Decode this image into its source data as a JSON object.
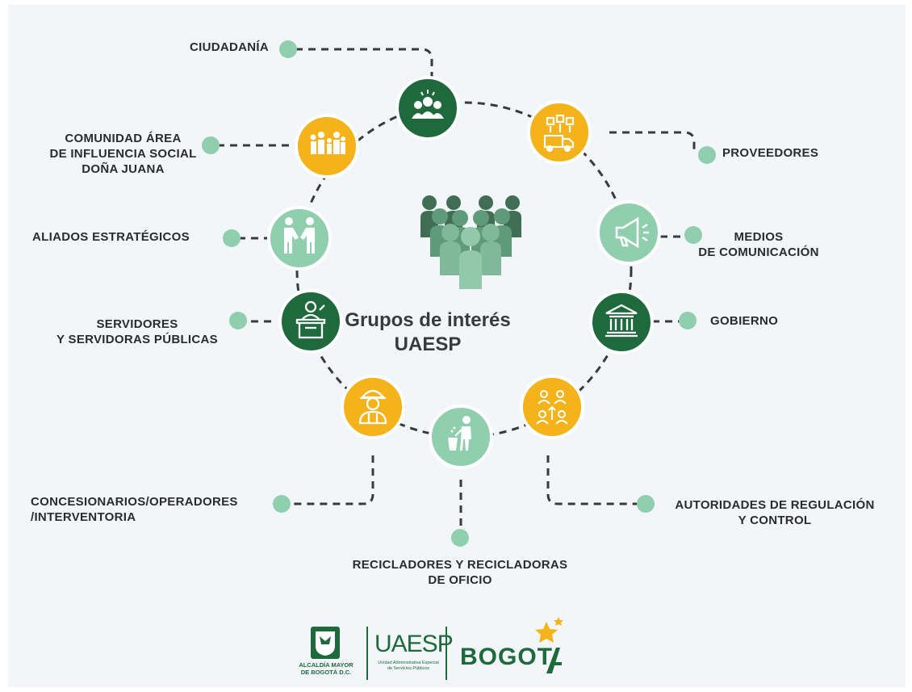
{
  "title": {
    "line1": "Grupos de interés",
    "line2": "UAESP"
  },
  "groups": [
    {
      "label": "CIUDADANÍA",
      "icon": "citizens-group-icon",
      "color": "#1e6a3d"
    },
    {
      "label": "PROVEEDORES",
      "icon": "supplier-truck-icon",
      "color": "#f5b31b"
    },
    {
      "label": "MEDIOS\nDE COMUNICACIÓN",
      "icon": "megaphone-icon",
      "color": "#8fcfae"
    },
    {
      "label": "GOBIERNO",
      "icon": "government-building-icon",
      "color": "#1e6a3d"
    },
    {
      "label": "AUTORIDADES DE REGULACIÓN\nY CONTROL",
      "icon": "regulators-icon",
      "color": "#f5b31b"
    },
    {
      "label": "RECICLADORES Y RECICLADORAS\nDE OFICIO",
      "icon": "recycler-person-icon",
      "color": "#8fcfae"
    },
    {
      "label": "CONCESIONARIOS/OPERADORES\n/INTERVENTORIA",
      "icon": "construction-worker-icon",
      "color": "#f5b31b"
    },
    {
      "label": "SERVIDORES\nY SERVIDORAS PÚBLICAS",
      "icon": "speaker-podium-icon",
      "color": "#1e6a3d"
    },
    {
      "label": "ALIADOS ESTRATÉGICOS",
      "icon": "handshake-icon",
      "color": "#8fcfae"
    },
    {
      "label": "COMUNIDAD ÁREA\nDE INFLUENCIA SOCIAL\nDOÑA JUANA",
      "icon": "community-families-icon",
      "color": "#f5b31b"
    }
  ],
  "colors": {
    "dark_green": "#1e6a3d",
    "yellow": "#f5b31b",
    "mint": "#8fcfae",
    "center_people": [
      "#3f6e55",
      "#5f9a79",
      "#7fb99a"
    ]
  },
  "footer": {
    "alcaldia_line1": "ALCALDÍA MAYOR",
    "alcaldia_line2": "DE BOGOTÁ D.C.",
    "uaesp": "UAESP",
    "uaesp_sub1": "Unidad Administrativa Especial",
    "uaesp_sub2": "de Servicios Públicos",
    "bogota": "BOGOT"
  }
}
